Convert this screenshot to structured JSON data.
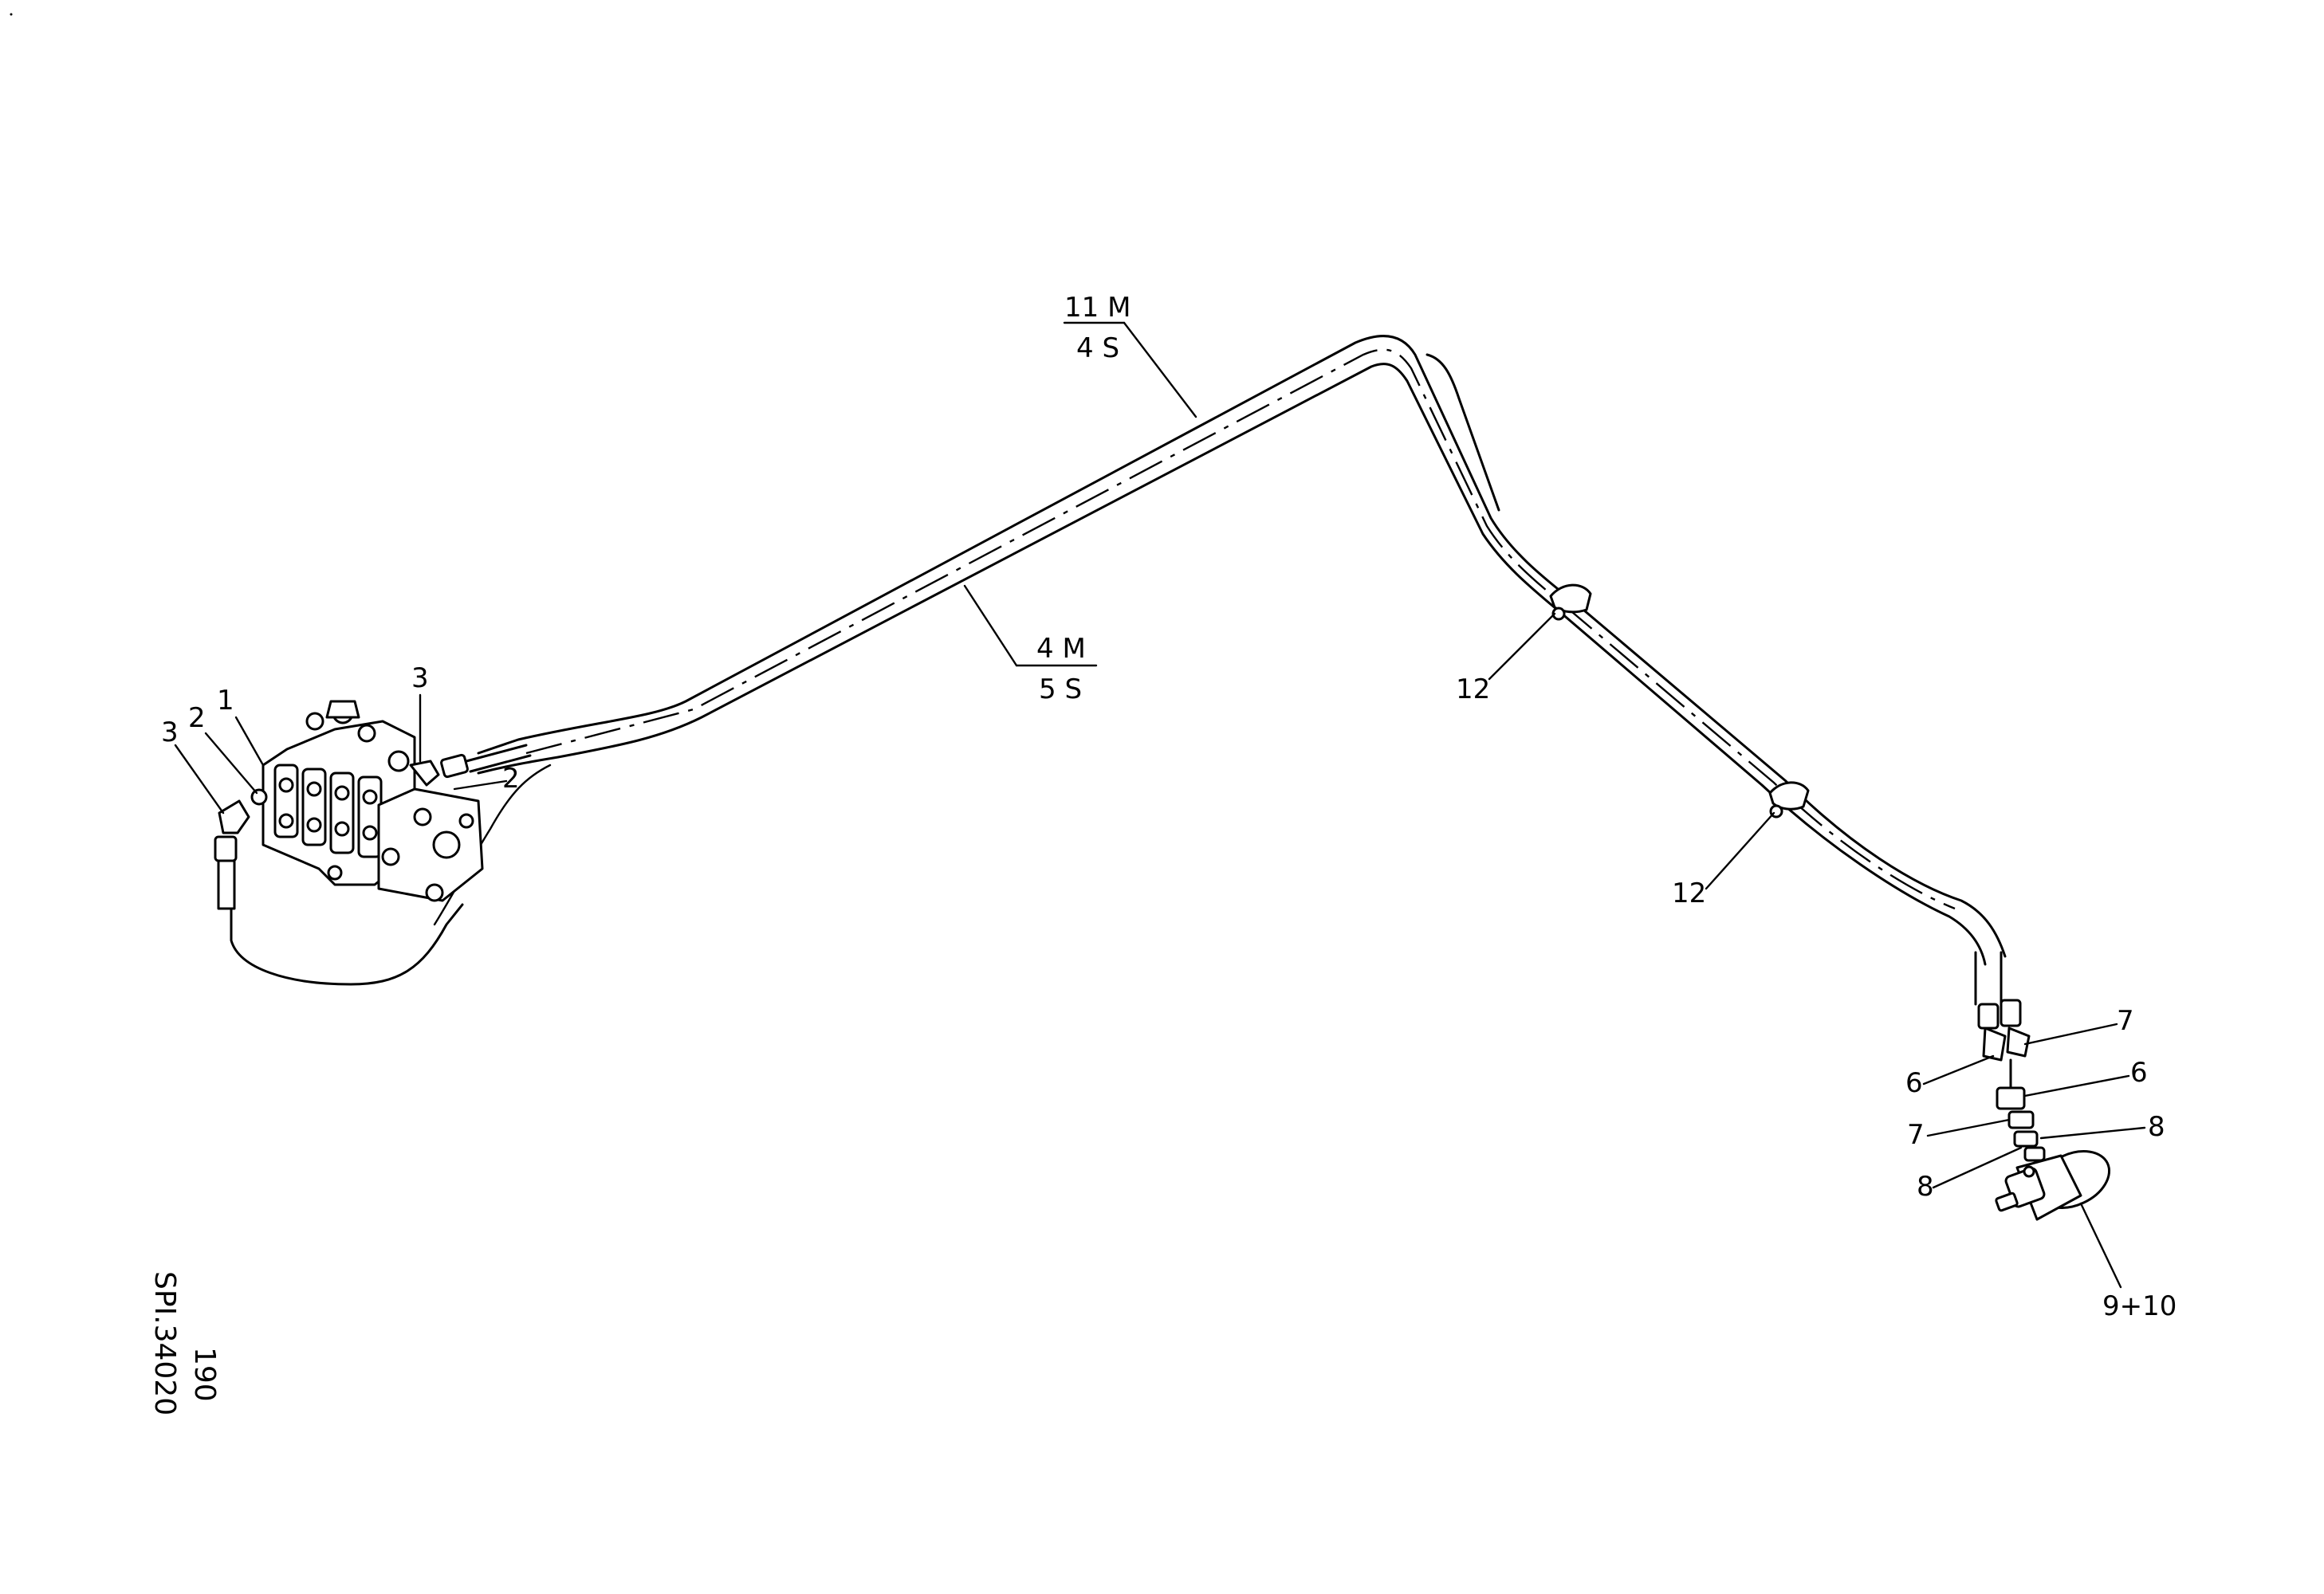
{
  "drawing": {
    "callouts": {
      "valve_block": "1",
      "fitting_left": "2",
      "fitting_right": "2",
      "elbow_left": "3",
      "elbow_top": "3",
      "line_upper_top": "11 M",
      "line_upper_bottom": "4 S",
      "line_lower_top": "4 M",
      "line_lower_bottom": "5 S",
      "clamp_upper": "12",
      "clamp_lower": "12",
      "adapter_upper_right": "7",
      "adapter_upper_left": "6",
      "adapter_mid_right": "6",
      "adapter_mid_left": "7",
      "seal_right": "8",
      "seal_left": "8",
      "motor": "9+10"
    },
    "side_text": {
      "page_no": "190",
      "drawing_no": "SPI.34020"
    }
  }
}
